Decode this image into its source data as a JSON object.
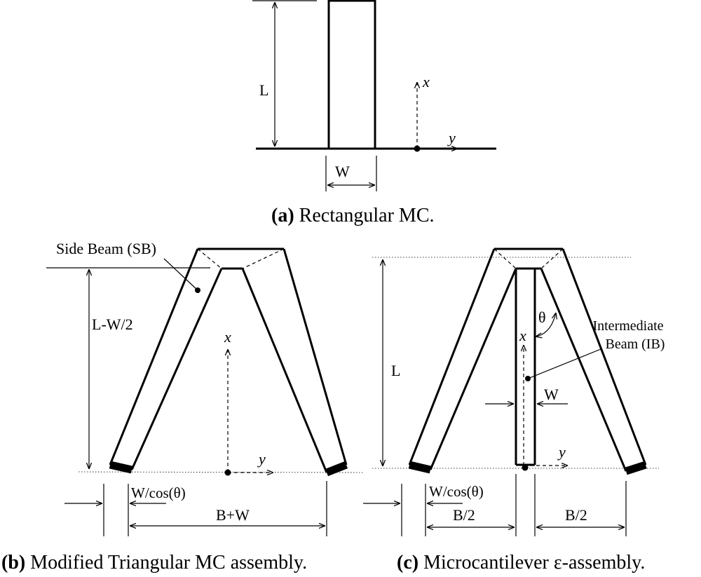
{
  "panel_a": {
    "label_L": "L",
    "label_W": "W",
    "axis_x": "x",
    "axis_y": "y",
    "caption_tag": "(a)",
    "caption_text": " Rectangular MC."
  },
  "panel_b": {
    "label_side_beam": "Side Beam (SB)",
    "label_height": "L-W/2",
    "axis_x": "x",
    "axis_y": "y",
    "label_wcos": "W/cos(θ)",
    "label_bw": "B+W",
    "caption_tag": "(b)",
    "caption_text": " Modified Triangular MC assembly."
  },
  "panel_c": {
    "label_L": "L",
    "label_theta": "θ",
    "label_ib_line1": "Intermediate",
    "label_ib_line2": "Beam (IB)",
    "axis_x": "x",
    "axis_y": "y",
    "label_W": "W",
    "label_wcos": "W/cos(θ)",
    "label_b2_left": "B/2",
    "label_b2_right": "B/2",
    "caption_tag": "(c)",
    "caption_text": " Microcantilever ε-assembly."
  }
}
